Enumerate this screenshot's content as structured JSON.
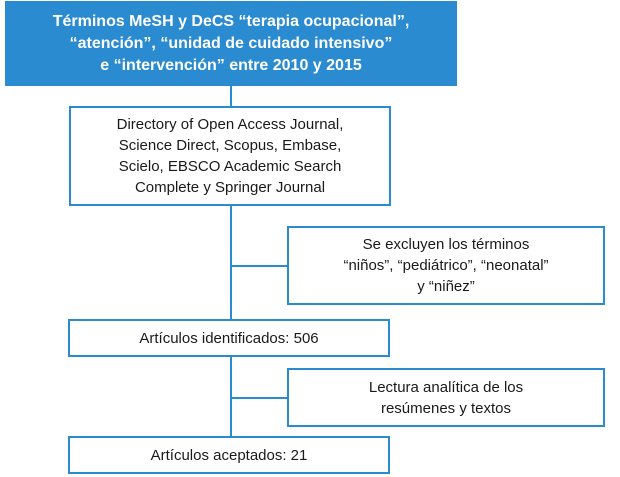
{
  "nodes": {
    "header": {
      "lines": [
        "Términos MeSH y DeCS “terapia ocupacional”,",
        "“atención”, “unidad de cuidado intensivo”",
        "e “intervención” entre 2010 y 2015"
      ]
    },
    "databases": {
      "lines": [
        "Directory of Open Access Journal,",
        "Science Direct, Scopus, Embase,",
        "Scielo, EBSCO Academic Search",
        "Complete y Springer Journal"
      ]
    },
    "exclusion": {
      "lines": [
        "Se excluyen los términos",
        "“niños”, “pediátrico”, “neonatal”",
        "y “niñez”"
      ]
    },
    "identified": {
      "lines": [
        "Artículos identificados: 506"
      ]
    },
    "reading": {
      "lines": [
        "Lectura analítica de los",
        "resúmenes y textos"
      ]
    },
    "accepted": {
      "lines": [
        "Artículos aceptados: 21"
      ]
    }
  },
  "colors": {
    "accent": "#2a8bd0",
    "header_text": "#ffffff",
    "body_text": "#1a1a1a"
  }
}
